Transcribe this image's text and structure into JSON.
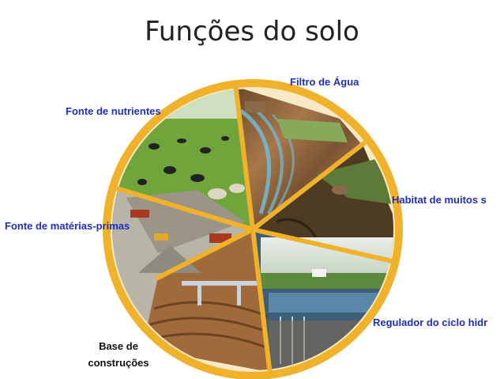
{
  "title": "Funções do solo",
  "labels": {
    "water_filter": "Filtro de Água",
    "nutrients": "Fonte de nutrientes",
    "habitat": "Habitat de muitos s",
    "raw_materials": "Fonte de matérias-primas",
    "water_cycle": "Regulador do ciclo hidr",
    "construction_line1": "Base de",
    "construction_line2": "construções"
  },
  "colors": {
    "ring": "#f0b12b",
    "label_blue": "#1f2fb8",
    "label_black": "#111111"
  }
}
